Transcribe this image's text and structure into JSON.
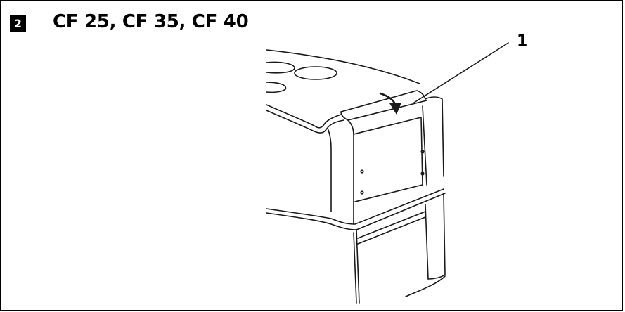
{
  "figure": {
    "number": "2",
    "title": "CF 25, CF 35, CF 40"
  },
  "callouts": [
    {
      "label": "1"
    }
  ],
  "colors": {
    "line": "#1a1a1a",
    "background": "#ffffff"
  }
}
